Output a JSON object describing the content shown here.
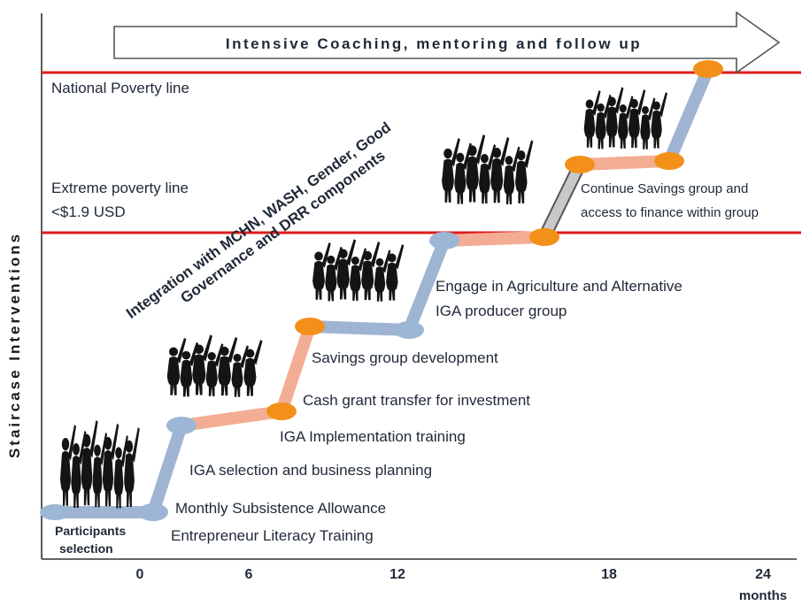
{
  "arrow_banner": "Intensive Coaching, mentoring and follow up",
  "y_axis_label": "Staircase Interventions",
  "lines": {
    "national": "National Poverty line",
    "extreme_1": "Extreme poverty line",
    "extreme_2": "<$1.9 USD"
  },
  "diagonal_label": {
    "line1": "Integration with MCHN, WASH, Gender, Good",
    "line2": "Governance and DRR components"
  },
  "steps": {
    "participants_1": "Participants",
    "participants_2": "selection",
    "monthly": "Monthly Subsistence Allowance",
    "literacy": "Entrepreneur Literacy Training",
    "iga_selection": "IGA selection and business planning",
    "iga_training": "IGA Implementation training",
    "cash_grant": "Cash grant transfer for investment",
    "savings": "Savings group development",
    "engage_1": "Engage in Agriculture and Alternative",
    "engage_2": "IGA producer group",
    "continue_1": "Continue Savings group and",
    "continue_2": "access to finance within group"
  },
  "x_axis": {
    "ticks": [
      "0",
      "6",
      "12",
      "18",
      "24"
    ],
    "unit": "months"
  },
  "colors": {
    "poverty_line": "#e01b1b",
    "blue_node": "#9cb6d6",
    "orange_node": "#f39019",
    "blue_link": "#9eb4d2",
    "salmon_link": "#f3ad94",
    "gray_link": "#c8c8c8"
  },
  "icons": [
    "people-raising-hands-icon"
  ]
}
